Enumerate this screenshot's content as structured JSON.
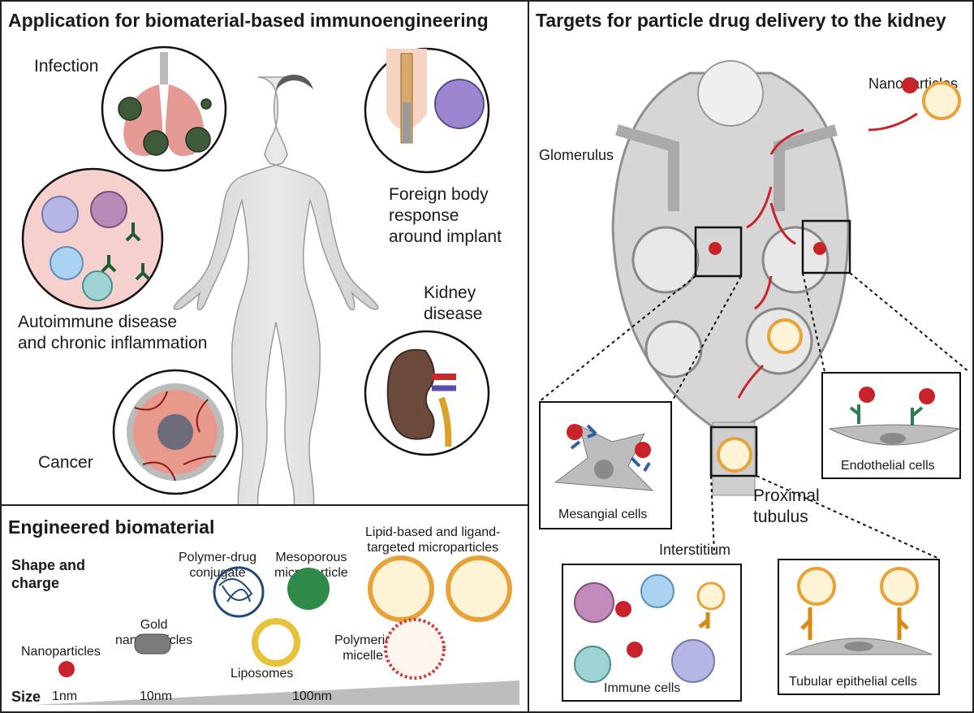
{
  "left_panel": {
    "title": "Application for biomaterial-based immunoengineering",
    "labels": {
      "infection": "Infection",
      "foreign_body": "Foreign body\nresponse\naround implant",
      "autoimmune": "Autoimmune disease\nand chronic inflammation",
      "kidney_disease": "Kidney\ndisease",
      "cancer": "Cancer"
    }
  },
  "bottom_panel": {
    "title": "Engineered biomaterial",
    "shape_charge": "Shape and\ncharge",
    "items": {
      "nanoparticles": "Nanoparticles",
      "gold": "Gold\nnanoparticles",
      "polymer_drug": "Polymer-drug\nconjugate",
      "mesoporous": "Mesoporous\nmicroparticle",
      "lipid": "Lipid-based and ligand-\ntargeted microparticles",
      "liposomes": "Liposomes",
      "micelle": "Polymeric\nmicelle"
    },
    "size_label": "Size",
    "size_ticks": [
      "1nm",
      "10nm",
      "100nm"
    ]
  },
  "right_panel": {
    "title": "Targets for particle drug delivery to the kidney",
    "labels": {
      "nanoparticles": "Nanoparticles",
      "glomerulus": "Glomerulus",
      "mesangial": "Mesangial cells",
      "endothelial": "Endothelial cells",
      "proximal": "Proximal\ntubulus",
      "interstitium": "Interstitium",
      "immune": "Immune cells",
      "tubular": "Tubular epithelial cells"
    }
  },
  "colors": {
    "border": "#222222",
    "particle_red": "#c8232b",
    "antibody_green": "#2e7d4f",
    "antibody_blue": "#2f5fa8",
    "lipid_orange": "#e8a23a",
    "tissue_gray": "#bdbdbd",
    "skin_pink": "#f2b8ad"
  }
}
